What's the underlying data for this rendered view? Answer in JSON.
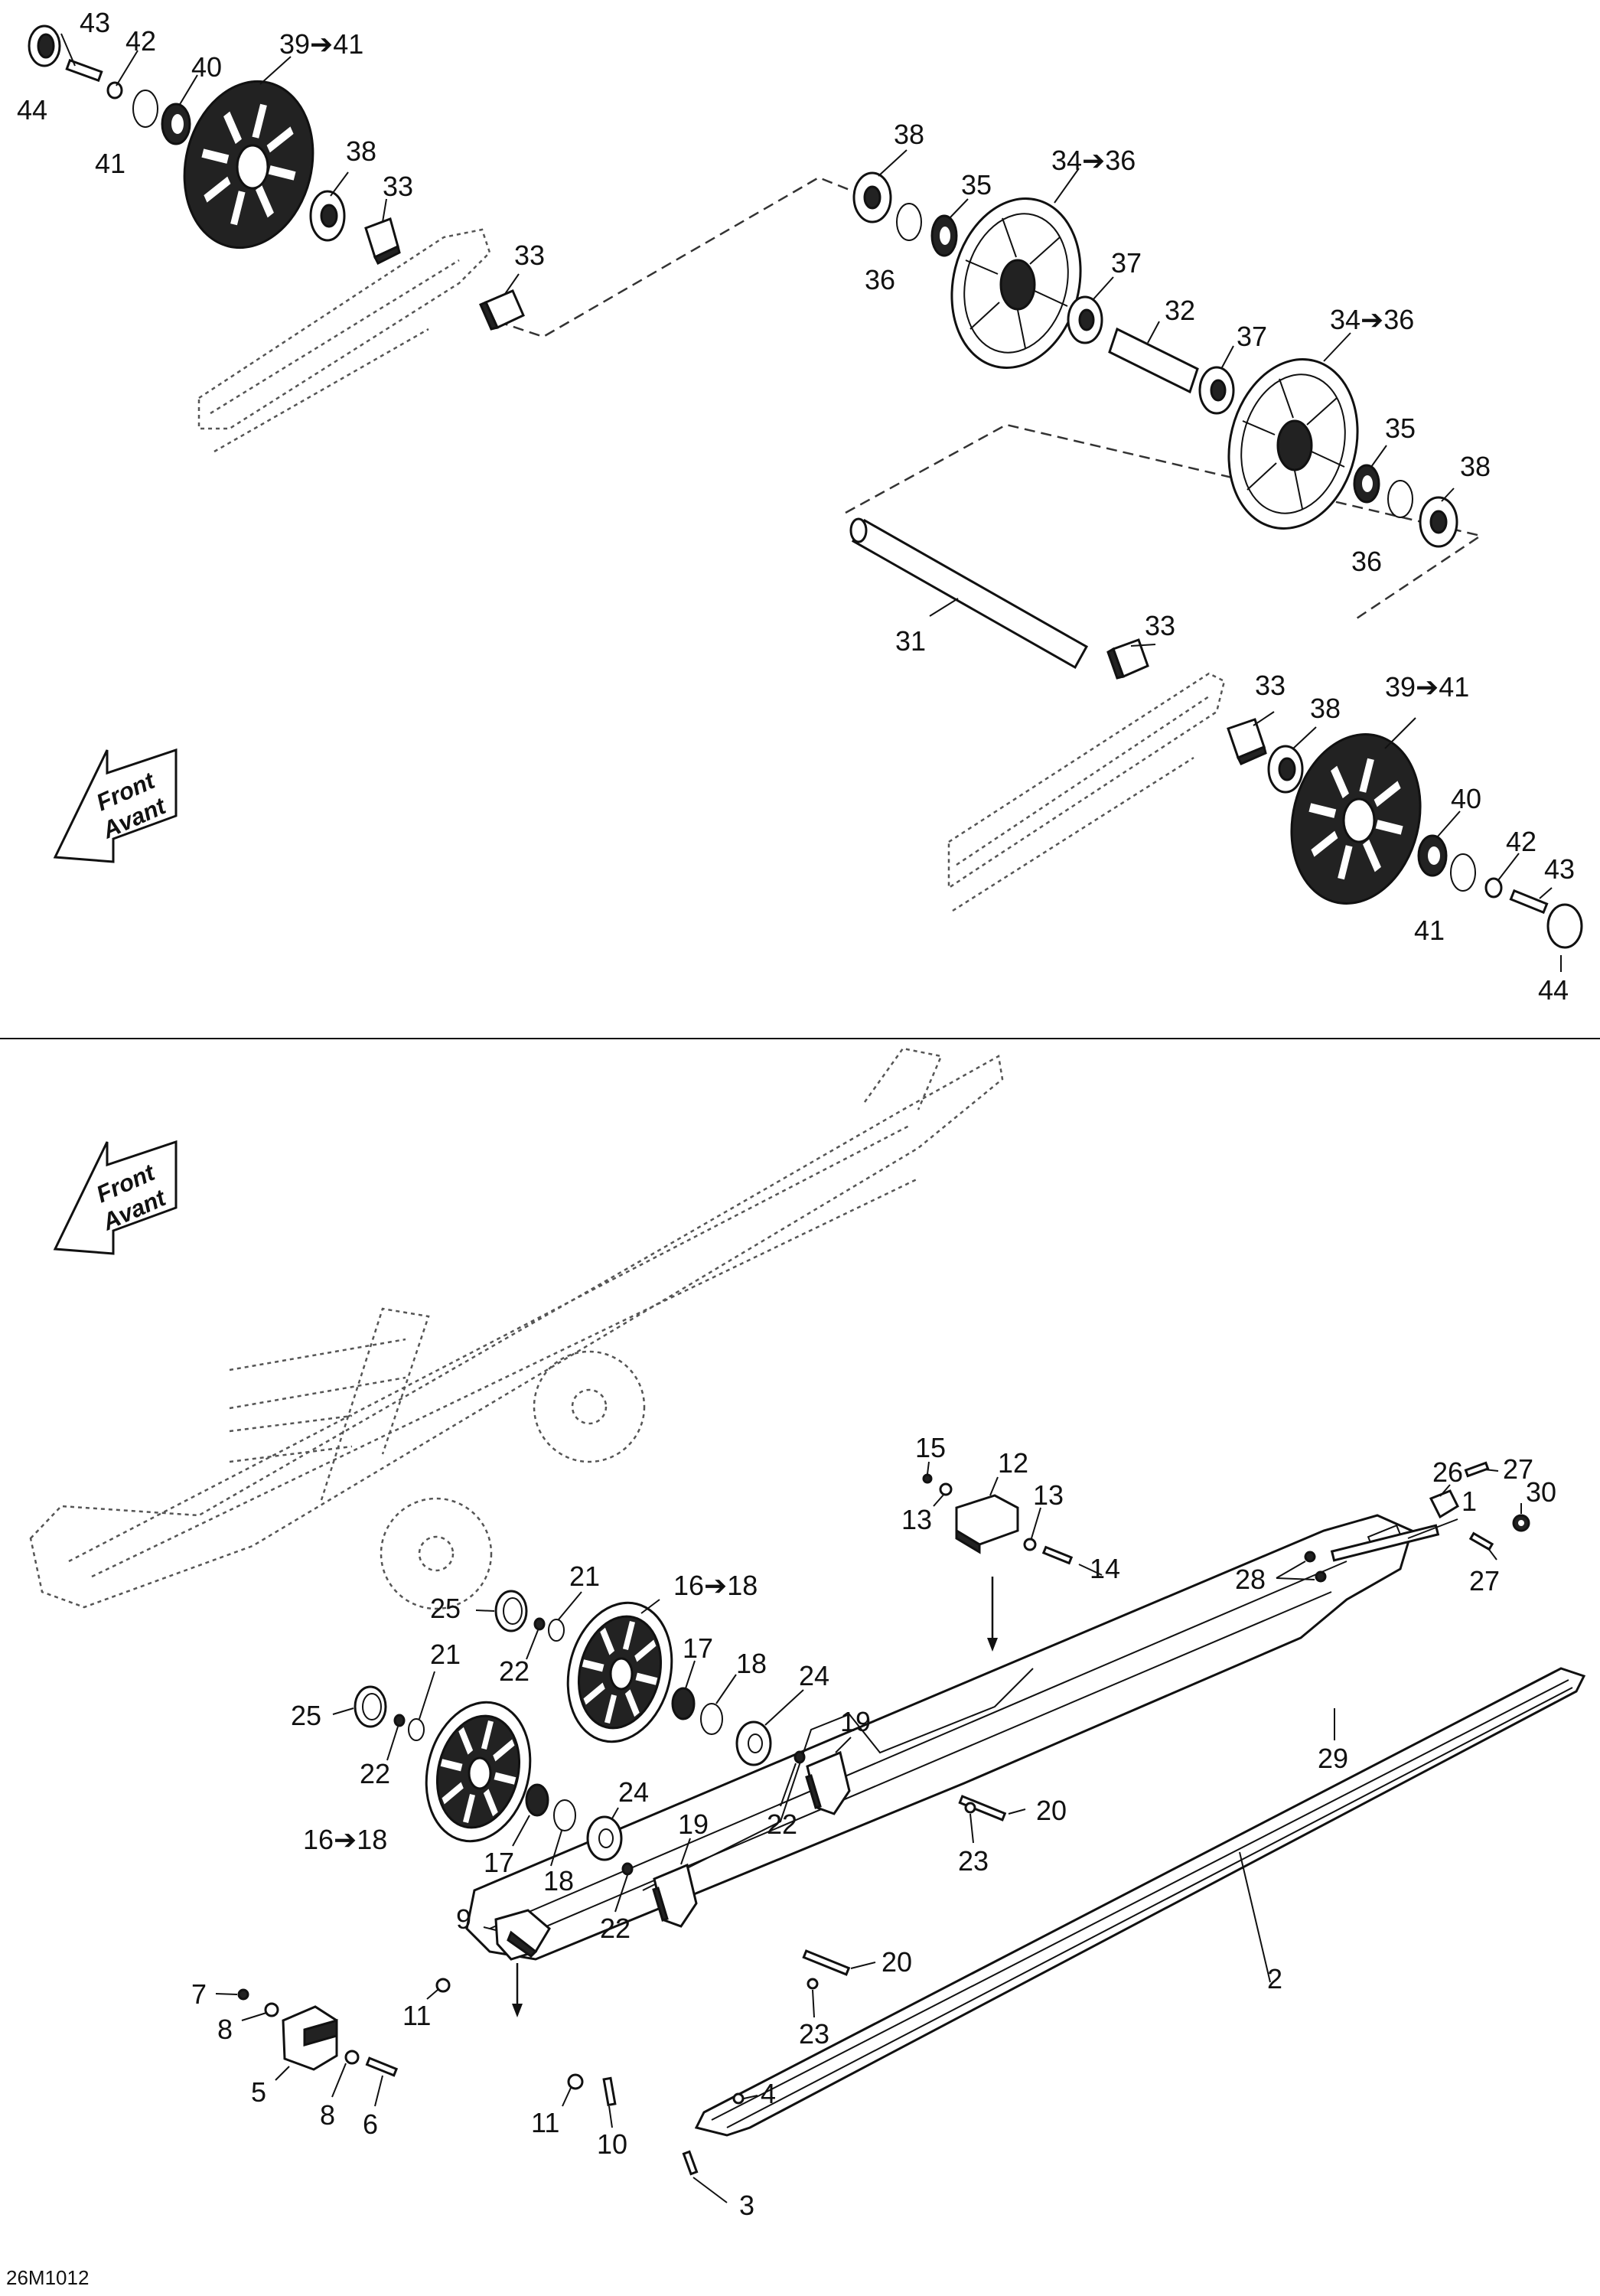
{
  "drawing_code": "26M1012",
  "direction_arrow": {
    "line1": "Front",
    "line2": "Avant"
  },
  "top_section": {
    "callouts": [
      {
        "id": "c-43a",
        "text": "43"
      },
      {
        "id": "c-42a",
        "text": "42"
      },
      {
        "id": "c-39-41a",
        "text": "39➔41"
      },
      {
        "id": "c-40a",
        "text": "40"
      },
      {
        "id": "c-44a",
        "text": "44"
      },
      {
        "id": "c-41a",
        "text": "41"
      },
      {
        "id": "c-38a",
        "text": "38"
      },
      {
        "id": "c-33a",
        "text": "33"
      },
      {
        "id": "c-33b",
        "text": "33"
      },
      {
        "id": "c-38b",
        "text": "38"
      },
      {
        "id": "c-35a",
        "text": "35"
      },
      {
        "id": "c-36a",
        "text": "36"
      },
      {
        "id": "c-34-36a",
        "text": "34➔36"
      },
      {
        "id": "c-37a",
        "text": "37"
      },
      {
        "id": "c-32",
        "text": "32"
      },
      {
        "id": "c-37b",
        "text": "37"
      },
      {
        "id": "c-34-36b",
        "text": "34➔36"
      },
      {
        "id": "c-35b",
        "text": "35"
      },
      {
        "id": "c-38c",
        "text": "38"
      },
      {
        "id": "c-36b",
        "text": "36"
      },
      {
        "id": "c-31",
        "text": "31"
      },
      {
        "id": "c-33c",
        "text": "33"
      },
      {
        "id": "c-33d",
        "text": "33"
      },
      {
        "id": "c-39-41b",
        "text": "39➔41"
      },
      {
        "id": "c-38d",
        "text": "38"
      },
      {
        "id": "c-40b",
        "text": "40"
      },
      {
        "id": "c-42b",
        "text": "42"
      },
      {
        "id": "c-43b",
        "text": "43"
      },
      {
        "id": "c-41b",
        "text": "41"
      },
      {
        "id": "c-44b",
        "text": "44"
      }
    ]
  },
  "bottom_section": {
    "callouts": [
      {
        "id": "c-1",
        "text": "1"
      },
      {
        "id": "c-28",
        "text": "28"
      },
      {
        "id": "c-26",
        "text": "26"
      },
      {
        "id": "c-27a",
        "text": "27"
      },
      {
        "id": "c-30",
        "text": "30"
      },
      {
        "id": "c-27b",
        "text": "27"
      },
      {
        "id": "c-29",
        "text": "29"
      },
      {
        "id": "c-15",
        "text": "15"
      },
      {
        "id": "c-12",
        "text": "12"
      },
      {
        "id": "c-13a",
        "text": "13"
      },
      {
        "id": "c-13b",
        "text": "13"
      },
      {
        "id": "c-14",
        "text": "14"
      },
      {
        "id": "c-25a",
        "text": "25"
      },
      {
        "id": "c-21a",
        "text": "21"
      },
      {
        "id": "c-22a",
        "text": "22"
      },
      {
        "id": "c-16-18a",
        "text": "16➔18"
      },
      {
        "id": "c-17a",
        "text": "17"
      },
      {
        "id": "c-18a",
        "text": "18"
      },
      {
        "id": "c-24a",
        "text": "24"
      },
      {
        "id": "c-19a",
        "text": "19"
      },
      {
        "id": "c-22b",
        "text": "22"
      },
      {
        "id": "c-25b",
        "text": "25"
      },
      {
        "id": "c-21b",
        "text": "21"
      },
      {
        "id": "c-22c",
        "text": "22"
      },
      {
        "id": "c-16-18b",
        "text": "16➔18"
      },
      {
        "id": "c-17b",
        "text": "17"
      },
      {
        "id": "c-18b",
        "text": "18"
      },
      {
        "id": "c-24b",
        "text": "24"
      },
      {
        "id": "c-19b",
        "text": "19"
      },
      {
        "id": "c-22d",
        "text": "22"
      },
      {
        "id": "c-20a",
        "text": "20"
      },
      {
        "id": "c-23a",
        "text": "23"
      },
      {
        "id": "c-20b",
        "text": "20"
      },
      {
        "id": "c-23b",
        "text": "23"
      },
      {
        "id": "c-9",
        "text": "9"
      },
      {
        "id": "c-7",
        "text": "7"
      },
      {
        "id": "c-8a",
        "text": "8"
      },
      {
        "id": "c-5",
        "text": "5"
      },
      {
        "id": "c-8b",
        "text": "8"
      },
      {
        "id": "c-6",
        "text": "6"
      },
      {
        "id": "c-11a",
        "text": "11"
      },
      {
        "id": "c-11b",
        "text": "11"
      },
      {
        "id": "c-10",
        "text": "10"
      },
      {
        "id": "c-2",
        "text": "2"
      },
      {
        "id": "c-4",
        "text": "4"
      },
      {
        "id": "c-3",
        "text": "3"
      }
    ]
  }
}
